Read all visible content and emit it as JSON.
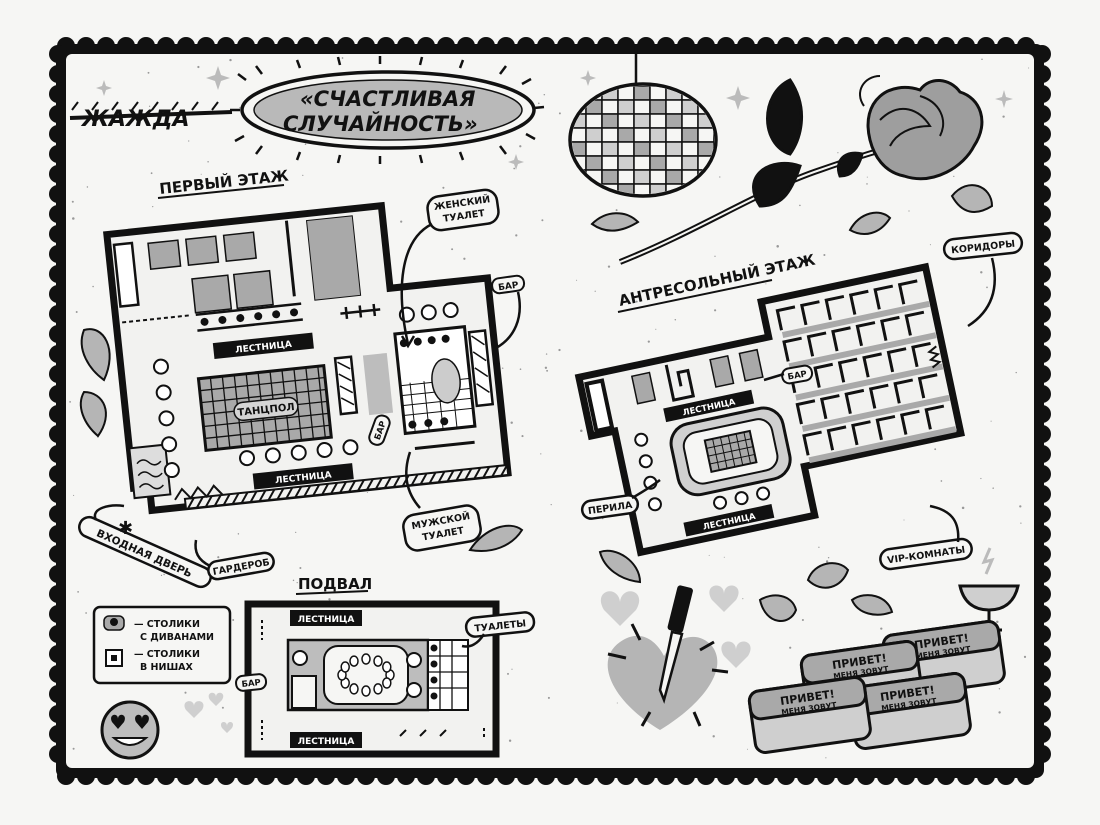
{
  "header": {
    "crossed_word": "ЖАЖДА",
    "title_line1": "«СЧАСТЛИВАЯ",
    "title_line2": "СЛУЧАЙНОСТЬ»"
  },
  "floors": {
    "first": {
      "title": "ПЕРВЫЙ ЭТАЖ",
      "stair_label": "ЛЕСТНИЦА",
      "dancefloor_label": "ТАНЦПОЛ",
      "bar_label": "БАР",
      "womens_toilet_line1": "ЖЕНСКИЙ",
      "womens_toilet_line2": "ТУАЛЕТ",
      "mens_toilet_line1": "МУЖСКОЙ",
      "mens_toilet_line2": "ТУАЛЕТ",
      "entrance": "ВХОДНАЯ ДВЕРЬ",
      "cloakroom": "ГАРДЕРОБ"
    },
    "mezzanine": {
      "title": "АНТРЕСОЛЬНЫЙ ЭТАЖ",
      "corridors": "КОРИДОРЫ",
      "bar_label": "БАР",
      "stair_label": "ЛЕСТНИЦА",
      "railings": "ПЕРИЛА",
      "vip_rooms": "VIP-КОМНАТЫ"
    },
    "basement": {
      "title": "ПОДВАЛ",
      "stair_label": "ЛЕСТНИЦА",
      "toilets": "ТУАЛЕТЫ",
      "bar_label": "БАР"
    }
  },
  "legend": {
    "sofa_line1": "— СТОЛИКИ",
    "sofa_line2": "С ДИВАНАМИ",
    "niche_line1": "— СТОЛИКИ",
    "niche_line2": "В НИШАХ"
  },
  "name_tags": {
    "line1": "ПРИВЕТ!",
    "line2": "МЕНЯ ЗОВУТ"
  },
  "colors": {
    "ink": "#111111",
    "grey": "#a9a9a9",
    "light_grey": "#d2d2d2",
    "paper": "#f6f6f4"
  }
}
